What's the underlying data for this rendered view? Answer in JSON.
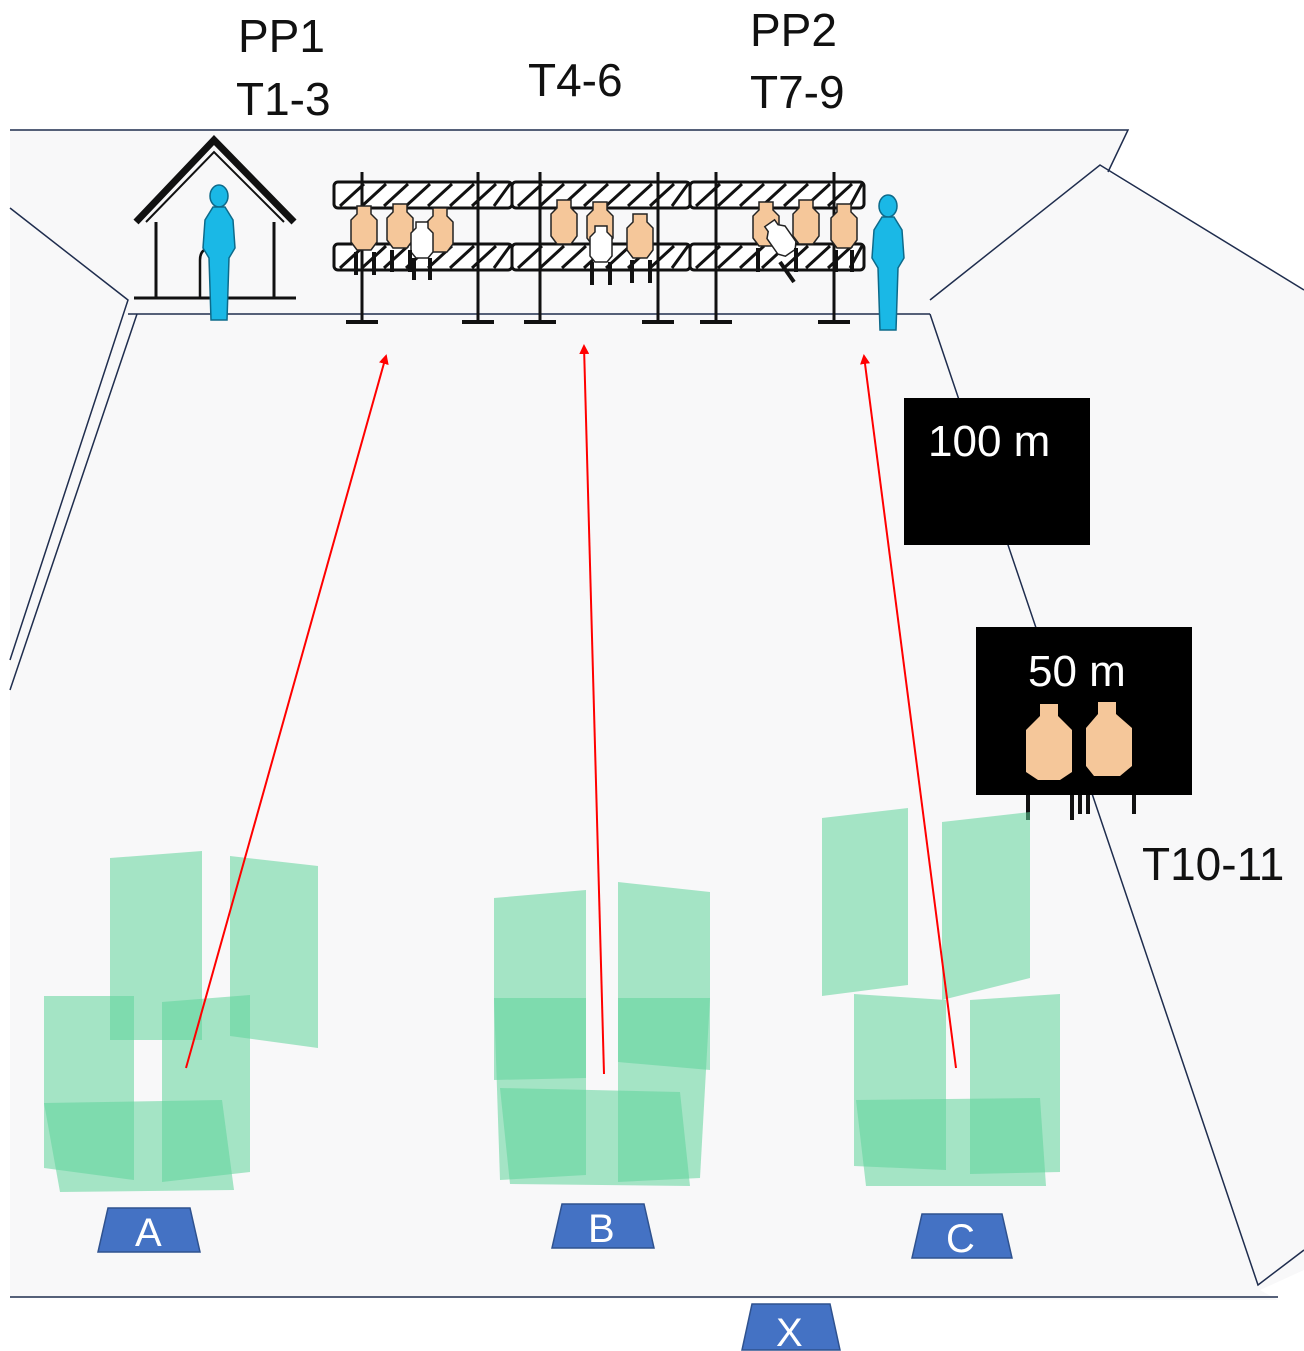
{
  "labels": {
    "pp1": "PP1",
    "t1_3": "T1-3",
    "t4_6": "T4-6",
    "pp2": "PP2",
    "t7_9": "T7-9",
    "t10_11": "T10-11"
  },
  "distance_boxes": {
    "far": "100 m",
    "near": "50 m"
  },
  "shooting_positions": [
    "A",
    "B",
    "C"
  ],
  "start_position": "X",
  "colors": {
    "range_fill": "#f8f8f9",
    "range_outline": "#1f2d4e",
    "barricade_green": "#5fd49a",
    "target_tan": "#f5c79a",
    "target_white": "#ffffff",
    "figure_blue": "#1ab8e6",
    "position_blue": "#4472c4",
    "arrow_red": "#ff0000",
    "box_black": "#000000"
  },
  "icons": [
    "guard-house-icon",
    "person-silhouette-icon",
    "target-stand-icon",
    "steel-target-icon"
  ]
}
